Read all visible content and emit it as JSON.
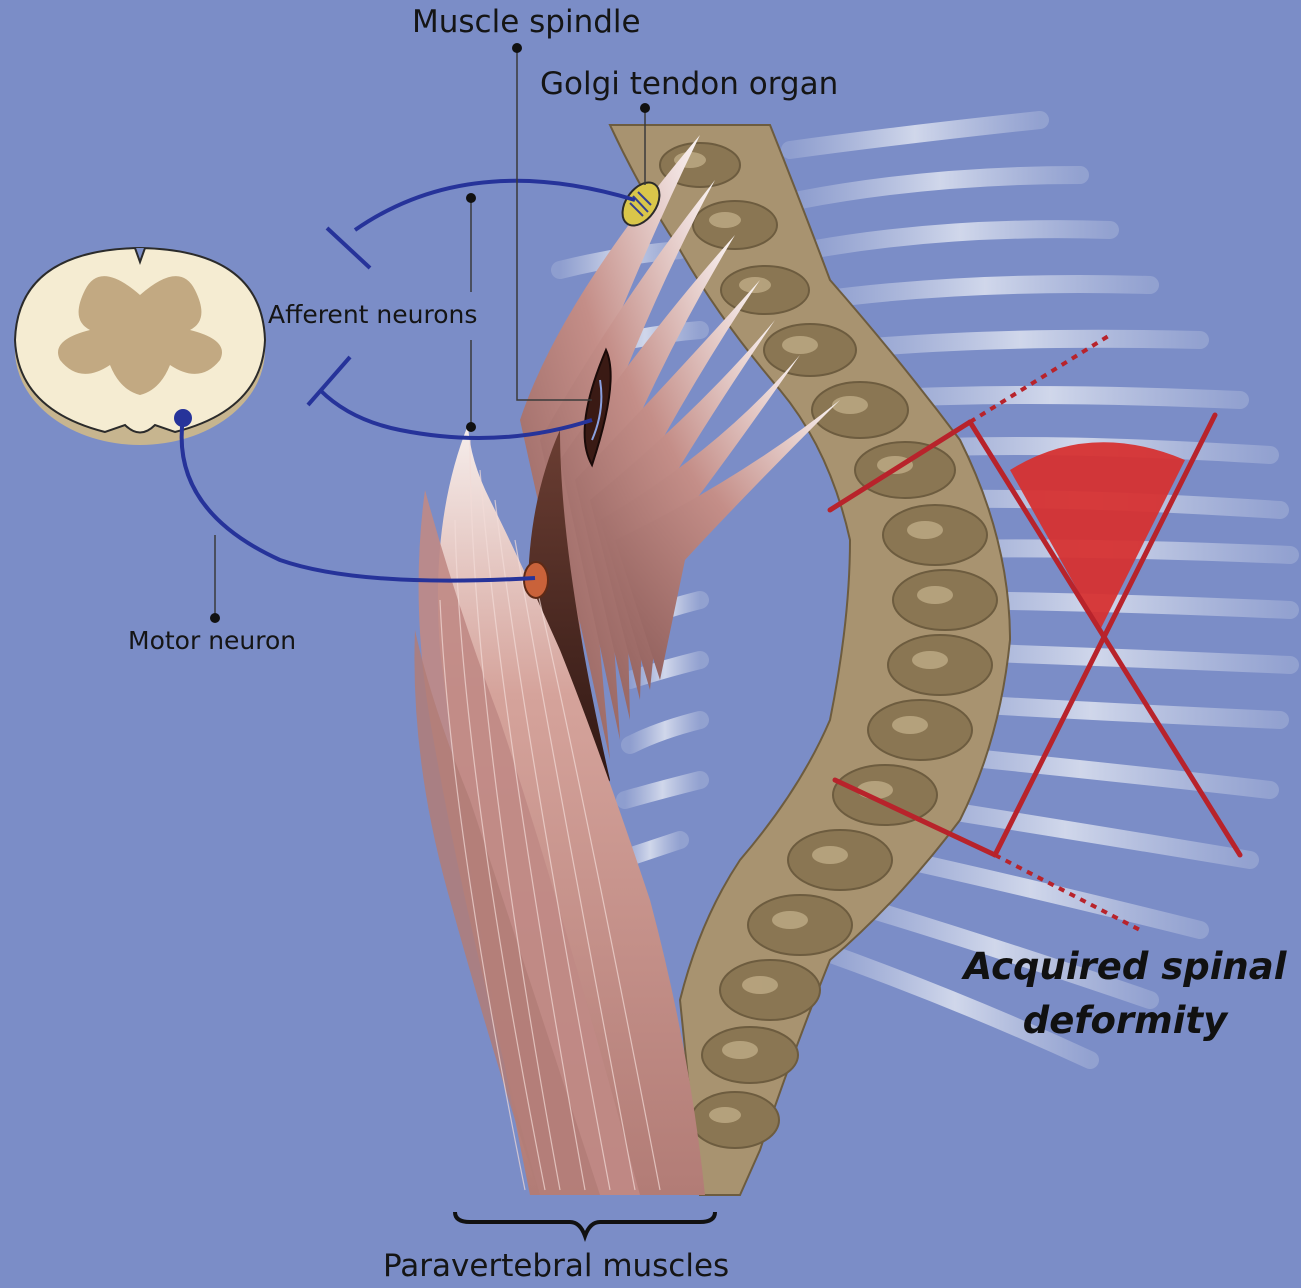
{
  "labels": {
    "muscle_spindle": "Muscle spindle",
    "golgi_tendon_organ": "Golgi tendon organ",
    "afferent_neurons": "Afferent neurons",
    "motor_neuron": "Motor neuron",
    "paravertebral_muscles": "Paravertebral muscles",
    "deformity_line1": "Acquired spinal",
    "deformity_line2": "deformity"
  },
  "colors": {
    "background": "#7b8dc7",
    "neuron": "#26339a",
    "angle": "#b8232b",
    "angle_fill": "#d63232",
    "vertebra": "#a89370",
    "muscle": "#c9918b",
    "rib": "#c9d1e6",
    "spinal_cord_white": "#f5ecd2",
    "spinal_cord_grey": "#c2a982"
  }
}
